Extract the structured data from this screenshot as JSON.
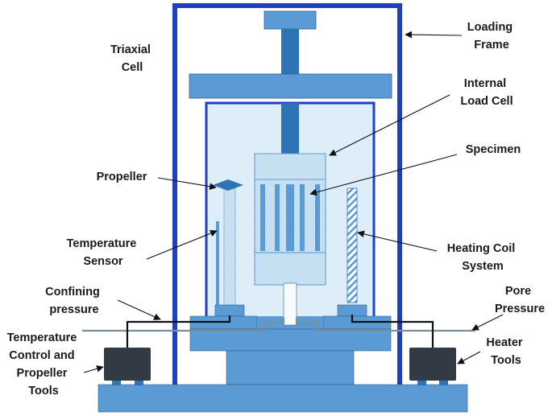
{
  "colors": {
    "frame": "#1f3fbf",
    "steel": "#5b9bd5",
    "rod": "#2e74b5",
    "cell_fill": "#ddeef9",
    "cell_border": "#1f3fbf",
    "specimen": "#bcdcf2",
    "heater_box": "#323a46"
  },
  "labels": {
    "triaxial_cell": [
      "Triaxial",
      "Cell"
    ],
    "loading_frame": [
      "Loading",
      "Frame"
    ],
    "internal_load_cell": [
      "Internal",
      "Load Cell"
    ],
    "specimen": [
      "Specimen"
    ],
    "propeller": [
      "Propeller"
    ],
    "temperature_sensor": [
      "Temperature",
      "Sensor"
    ],
    "heating_coil_system": [
      "Heating Coil",
      "System"
    ],
    "confining_pressure": [
      "Confining",
      "pressure"
    ],
    "pore_pressure": [
      "Pore",
      "Pressure"
    ],
    "temperature_control_tools": [
      "Temperature",
      "Control and",
      "Propeller",
      "Tools"
    ],
    "heater_tools": [
      "Heater",
      "Tools"
    ]
  }
}
